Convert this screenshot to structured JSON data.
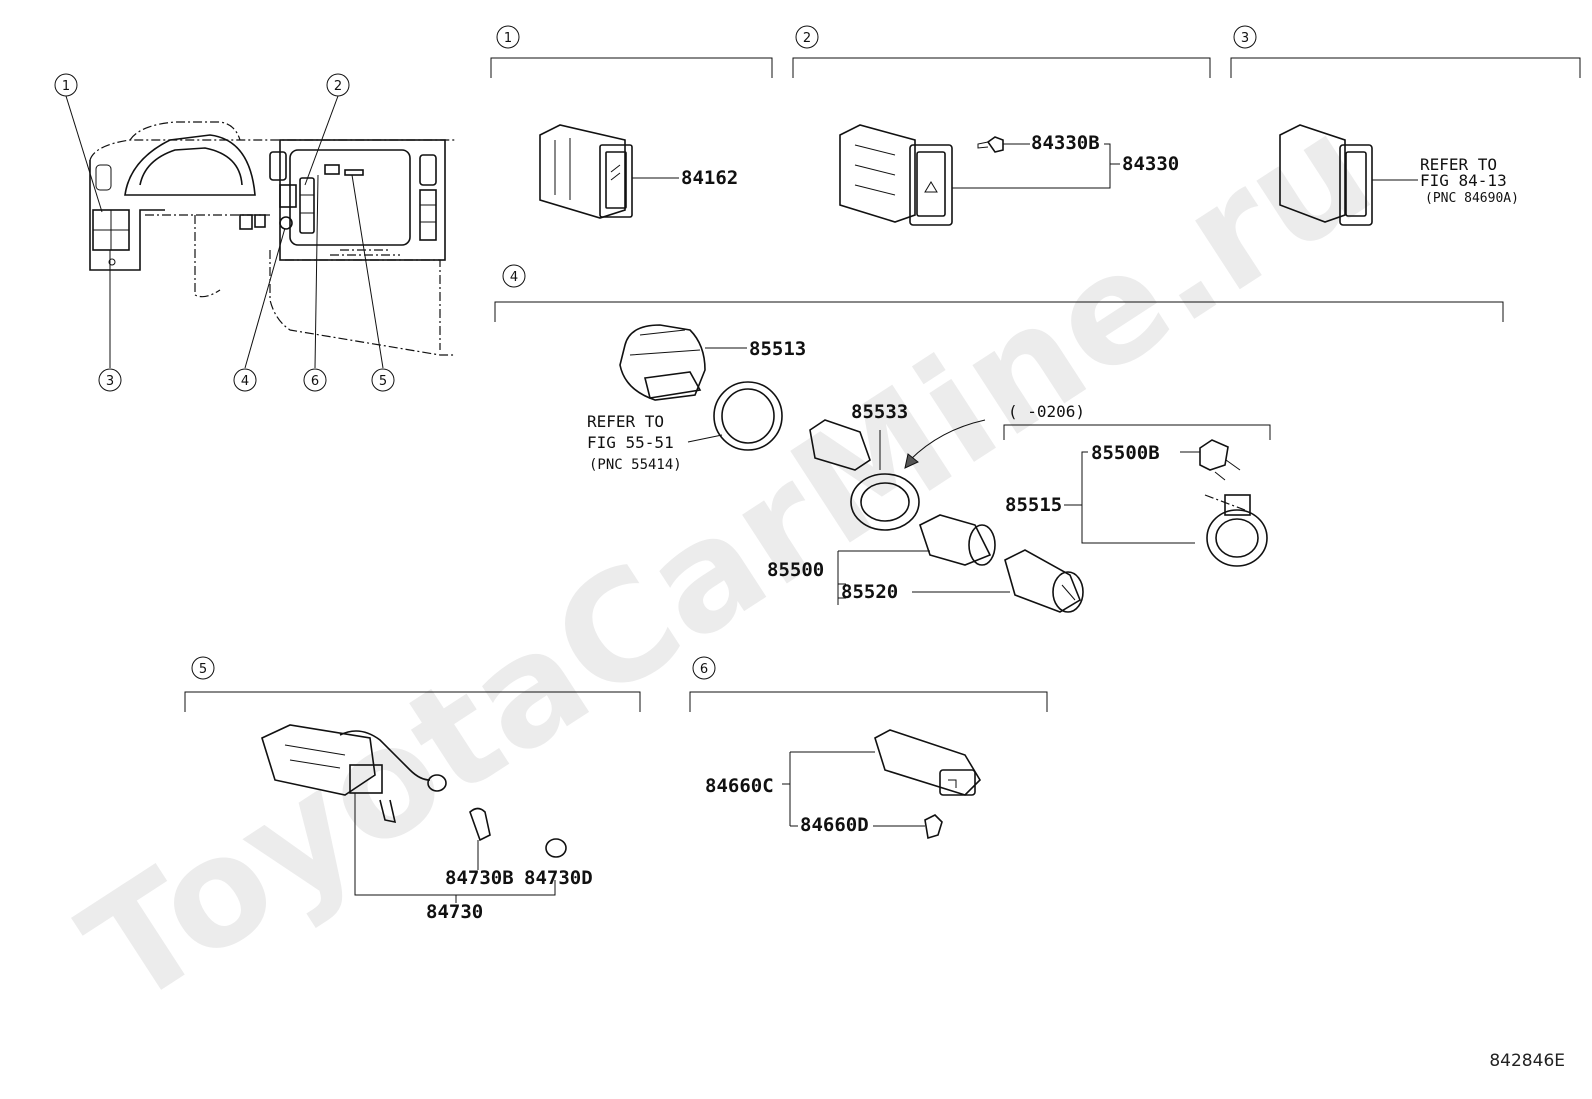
{
  "watermark": "ToyotaCarMine.ru",
  "drawing_code": "842846E",
  "overview_callouts": [
    "1",
    "2",
    "3",
    "4",
    "6",
    "5"
  ],
  "sections": [
    {
      "num": "1",
      "parts": [
        "84162"
      ]
    },
    {
      "num": "2",
      "parts": [
        "84330B",
        "84330"
      ]
    },
    {
      "num": "3",
      "refer": [
        "REFER TO",
        "FIG 84-13",
        "(PNC 84690A)"
      ]
    },
    {
      "num": "4",
      "parts": [
        "85513",
        "85533",
        "85500B",
        "85515",
        "85500",
        "85520"
      ],
      "refer": [
        "REFER TO",
        "FIG 55-51",
        "(PNC 55414)"
      ],
      "date_range": "(        -0206)"
    },
    {
      "num": "5",
      "parts": [
        "84730B",
        "84730D",
        "84730"
      ]
    },
    {
      "num": "6",
      "parts": [
        "84660C",
        "84660D"
      ]
    }
  ]
}
